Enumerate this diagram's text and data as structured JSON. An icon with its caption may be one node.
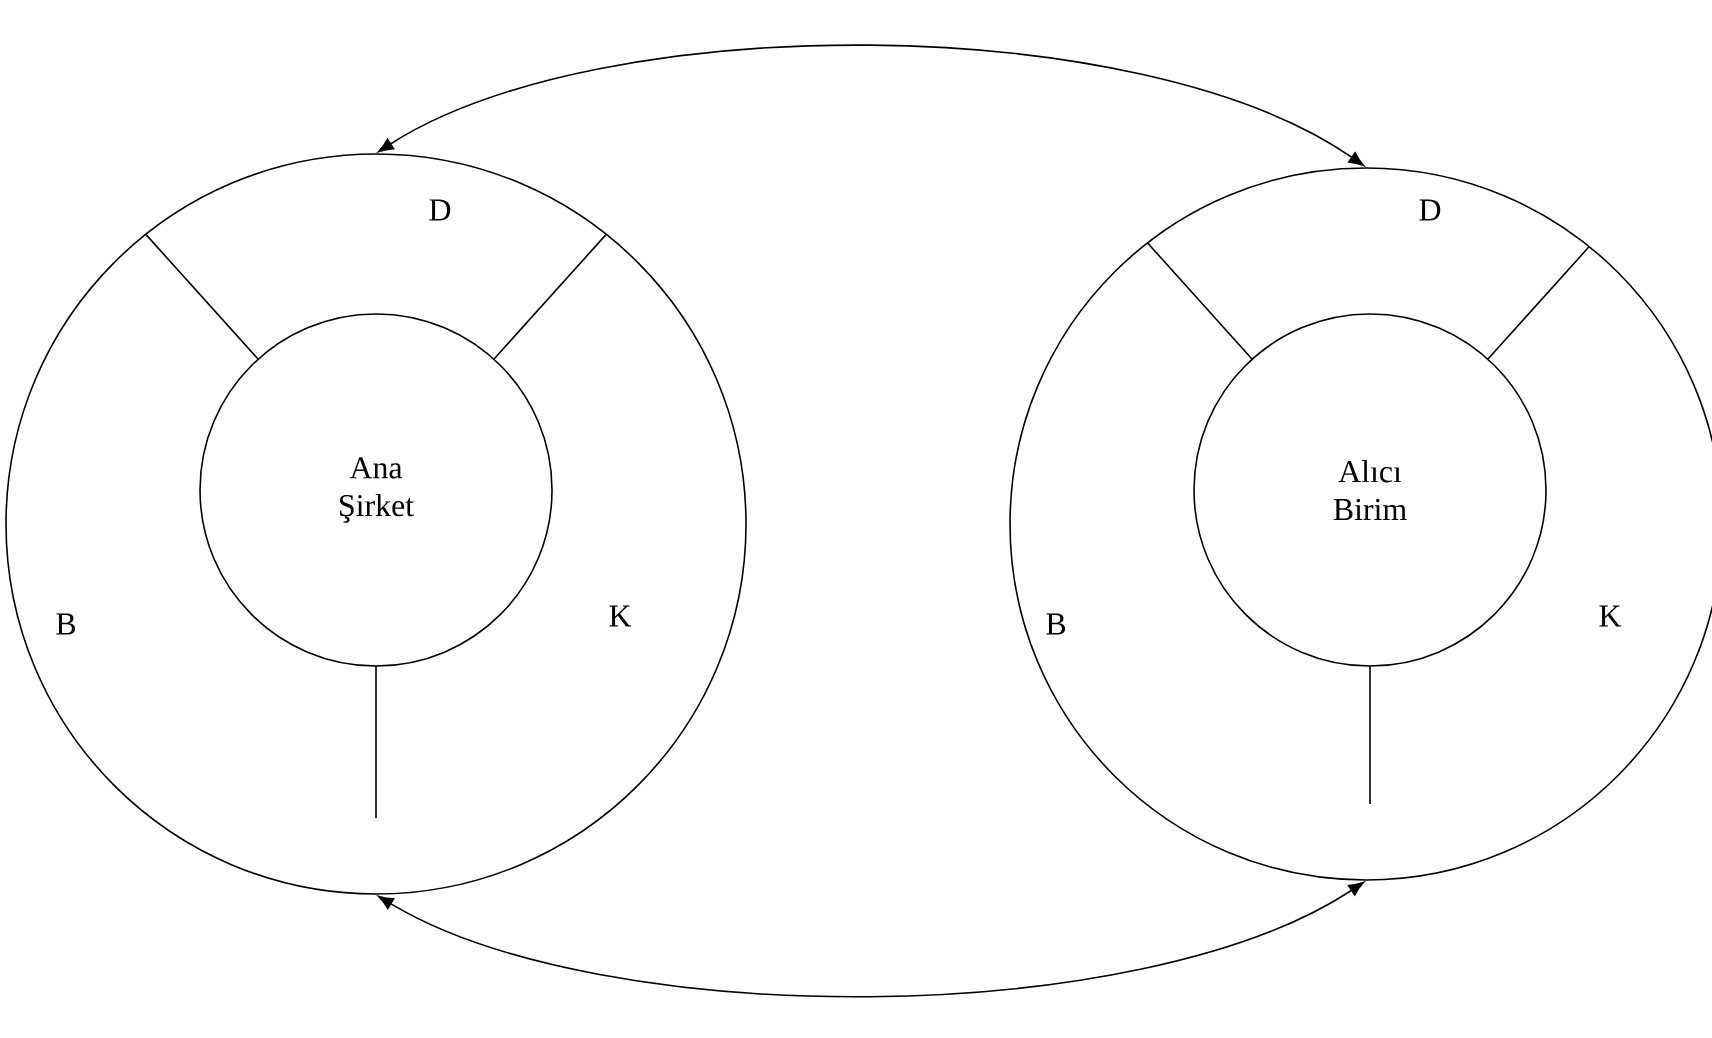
{
  "diagram": {
    "nodes": [
      {
        "text": [
          "D",
          "B",
          "K"
        ]
      },
      {
        "text": [
          "Ana Şirket"
        ],
        "in": 0
      },
      {
        "text": [
          "D",
          "B",
          "K"
        ]
      },
      {
        "text": [
          "Alıcı Birim"
        ],
        "in": 2
      }
    ],
    "edges": [
      {
        "from": 0,
        "to": 2,
        "arrow": "both"
      },
      {
        "from": 0,
        "to": 2,
        "arrow": "both"
      }
    ]
  }
}
